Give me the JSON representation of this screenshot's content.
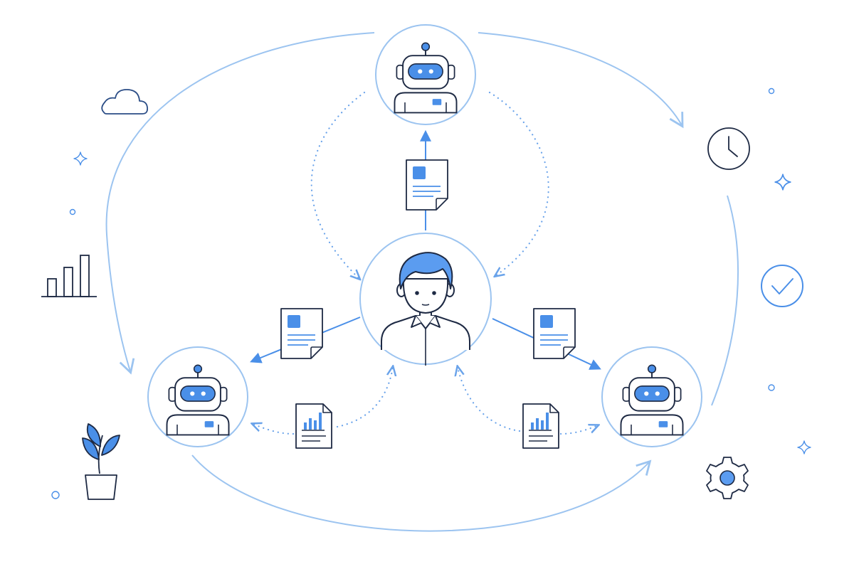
{
  "diagram": {
    "central_node": {
      "role": "person",
      "icon": "person-icon"
    },
    "agent_nodes": [
      {
        "role": "robot-agent",
        "icon": "robot-icon",
        "position": "top"
      },
      {
        "role": "robot-agent",
        "icon": "robot-icon",
        "position": "bottom-left"
      },
      {
        "role": "robot-agent",
        "icon": "robot-icon",
        "position": "bottom-right"
      }
    ],
    "outgoing_items": [
      {
        "icon": "document-icon",
        "to": "top"
      },
      {
        "icon": "document-icon",
        "to": "bottom-left"
      },
      {
        "icon": "document-icon",
        "to": "bottom-right"
      }
    ],
    "returning_items": [
      {
        "icon": "report-chart-icon",
        "from": "bottom-left"
      },
      {
        "icon": "report-chart-icon",
        "from": "bottom-right"
      }
    ],
    "cycle": "clockwise",
    "decorations": [
      "cloud-icon",
      "sparkle-icon",
      "bar-chart-icon",
      "plant-icon",
      "clock-icon",
      "checkmark-icon",
      "gear-icon"
    ]
  },
  "colors": {
    "accent": "#4a8fe8",
    "accent_light": "#9cc4f0",
    "stroke": "#1e2a44",
    "fill_blue": "#5b9cf0"
  }
}
